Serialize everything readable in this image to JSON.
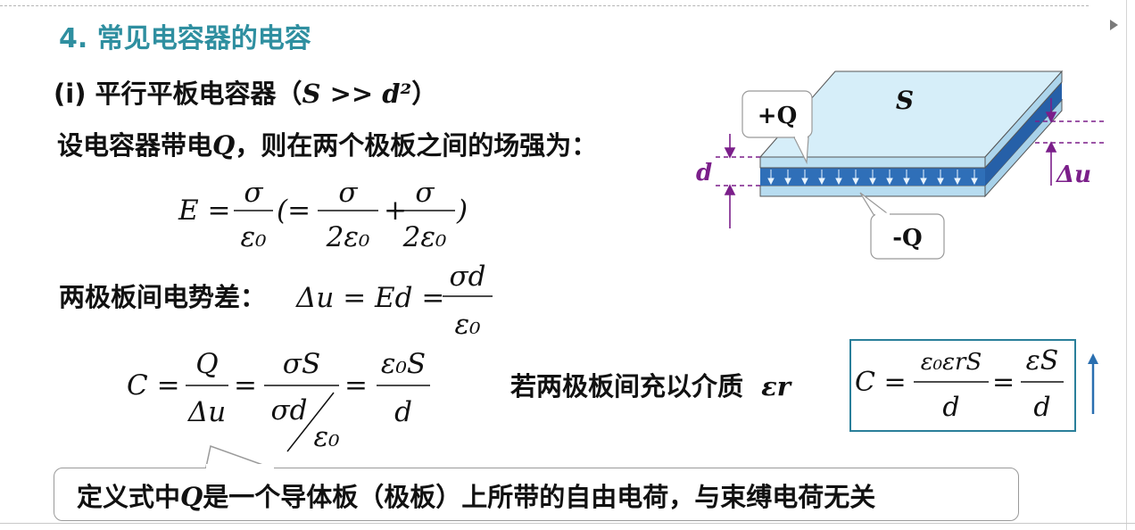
{
  "heading": "4. 常见电容器的电容",
  "subheading": {
    "prefix": "(i) 平行平板电容器（",
    "condition": "S >> d²",
    "suffix": "）"
  },
  "intro": {
    "before": "设电容器带电",
    "q": "Q",
    "after": "，则在两个极板之间的场强为："
  },
  "eq_field": {
    "lhs": "E =",
    "sigma": "σ",
    "eps0": "ε₀",
    "paren_open": "(=",
    "plus": "+",
    "two_eps0": "2ε₀",
    "paren_close": ")"
  },
  "potential": {
    "label": "两极板间电势差：",
    "expr": "Δu = Ed =",
    "num": "σd",
    "den": "ε₀"
  },
  "capacitance": {
    "lhs": "C =",
    "f1_num": "Q",
    "f1_den": "Δu",
    "eq": "=",
    "f2_num": "σS",
    "f2_den": "σd",
    "f2_sub": "ε₀",
    "f3_num": "ε₀S",
    "f3_den": "d"
  },
  "dielectric": {
    "label": "若两极板间充以介质",
    "symbol": "εr"
  },
  "boxed_formula": {
    "lhs": "C =",
    "num1": "ε₀εrS",
    "den1": "d",
    "eq": "=",
    "num2": "εS",
    "den2": "d"
  },
  "note": {
    "before": "定义式中",
    "q": "Q",
    "after": "是一个导体板（极板）上所带的自由电荷，与束缚电荷无关"
  },
  "diagram": {
    "plate_label": "S",
    "plus_q": "+Q",
    "minus_q": "-Q",
    "gap_label": "d",
    "delta_u": "Δu",
    "colors": {
      "plate": "#cfe9f7",
      "field": "#2f6fb8",
      "dim": "#7b1f8a",
      "box_border": "#2a7f9a"
    }
  }
}
